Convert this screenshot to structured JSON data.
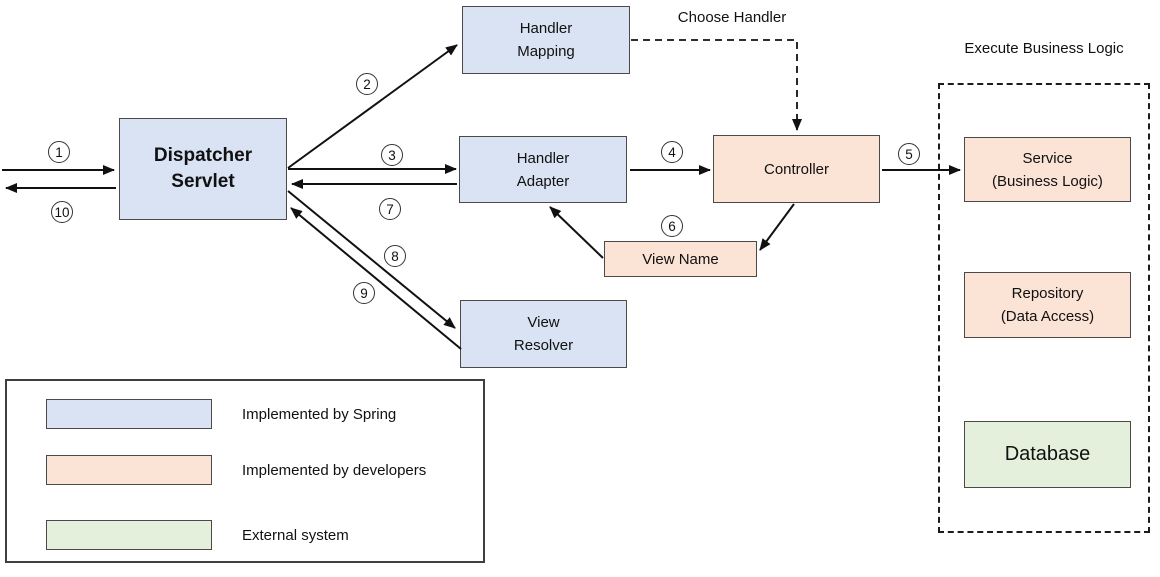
{
  "colors": {
    "spring_blue": "#dae3f3",
    "developer_orange": "#fbe3d5",
    "external_green": "#e5f0dc",
    "box_border": "#4a4a4a",
    "arrow": "#111111"
  },
  "diagram": {
    "nodes": {
      "dispatcher_servlet": "Dispatcher\nServlet",
      "handler_mapping": "Handler\nMapping",
      "handler_adapter": "Handler\nAdapter",
      "view_resolver": "View\nResolver",
      "controller": "Controller",
      "view_name": "View Name",
      "service": "Service\n(Business Logic)",
      "repository": "Repository\n(Data Access)",
      "database": "Database"
    },
    "annotations": {
      "choose_handler": "Choose Handler",
      "execute_business_logic": "Execute Business Logic"
    },
    "steps": [
      "1",
      "2",
      "3",
      "4",
      "5",
      "6",
      "7",
      "8",
      "9",
      "10"
    ]
  },
  "legend": {
    "items": [
      {
        "label": "Implemented by Spring",
        "color": "#dae3f3"
      },
      {
        "label": "Implemented by developers",
        "color": "#fbe3d5"
      },
      {
        "label": "External system",
        "color": "#e5f0dc"
      }
    ]
  }
}
